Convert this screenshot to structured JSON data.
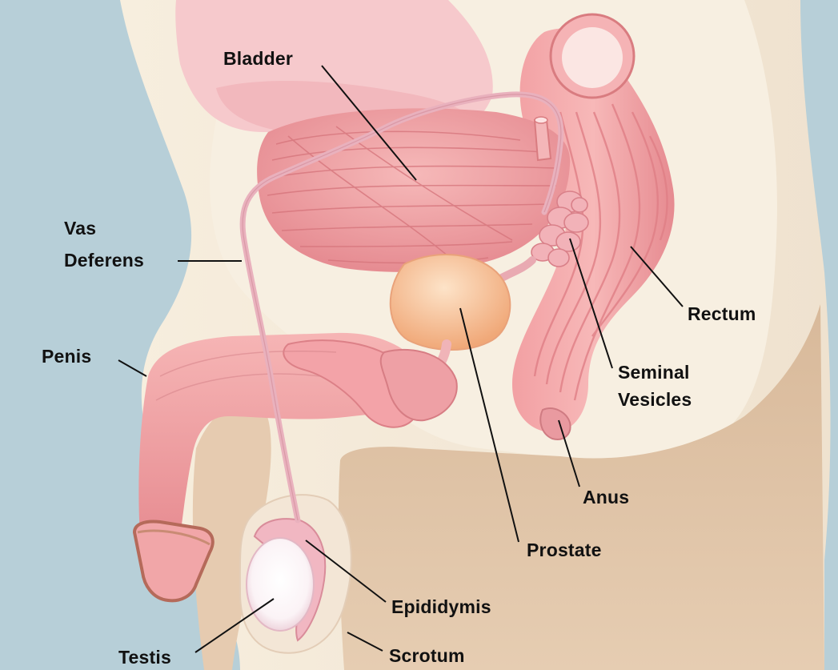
{
  "labels": {
    "bladder": "Bladder",
    "vas_deferens_line1": "Vas",
    "vas_deferens_line2": "Deferens",
    "penis": "Penis",
    "rectum": "Rectum",
    "seminal_vesicles_line1": "Seminal",
    "seminal_vesicles_line2": "Vesicles",
    "anus": "Anus",
    "prostate": "Prostate",
    "epididymis": "Epididymis",
    "testis": "Testis",
    "scrotum": "Scrotum"
  },
  "colors": {
    "background": "#b7cfd8",
    "skin_body": "#f5ecdd",
    "skin_shadow": "#d9bb9e",
    "organ_pink": "#f0a5a5",
    "organ_pink_dark": "#d97c80",
    "organ_light": "#f7c6c6",
    "prostate": "#f6c49a",
    "testis_white": "#ffffff",
    "vas_deferens": "#eaaab4",
    "leader_line": "#111111"
  }
}
